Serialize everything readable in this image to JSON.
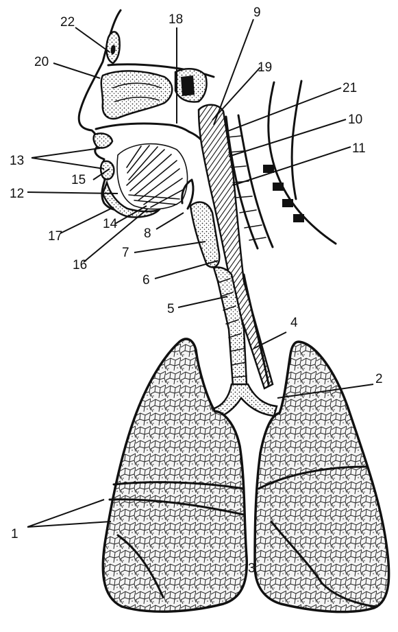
{
  "labels": {
    "l1": "1",
    "l2": "2",
    "l3": "3",
    "l4": "4",
    "l5": "5",
    "l6": "6",
    "l7": "7",
    "l8": "8",
    "l9": "9",
    "l10": "10",
    "l11": "11",
    "l12": "12",
    "l13": "13",
    "l14": "14",
    "l15": "15",
    "l16": "16",
    "l17": "17",
    "l18": "18",
    "l19": "19",
    "l20": "20",
    "l21": "21",
    "l22": "22"
  },
  "colors": {
    "ink": "#111111",
    "paper": "#ffffff"
  }
}
